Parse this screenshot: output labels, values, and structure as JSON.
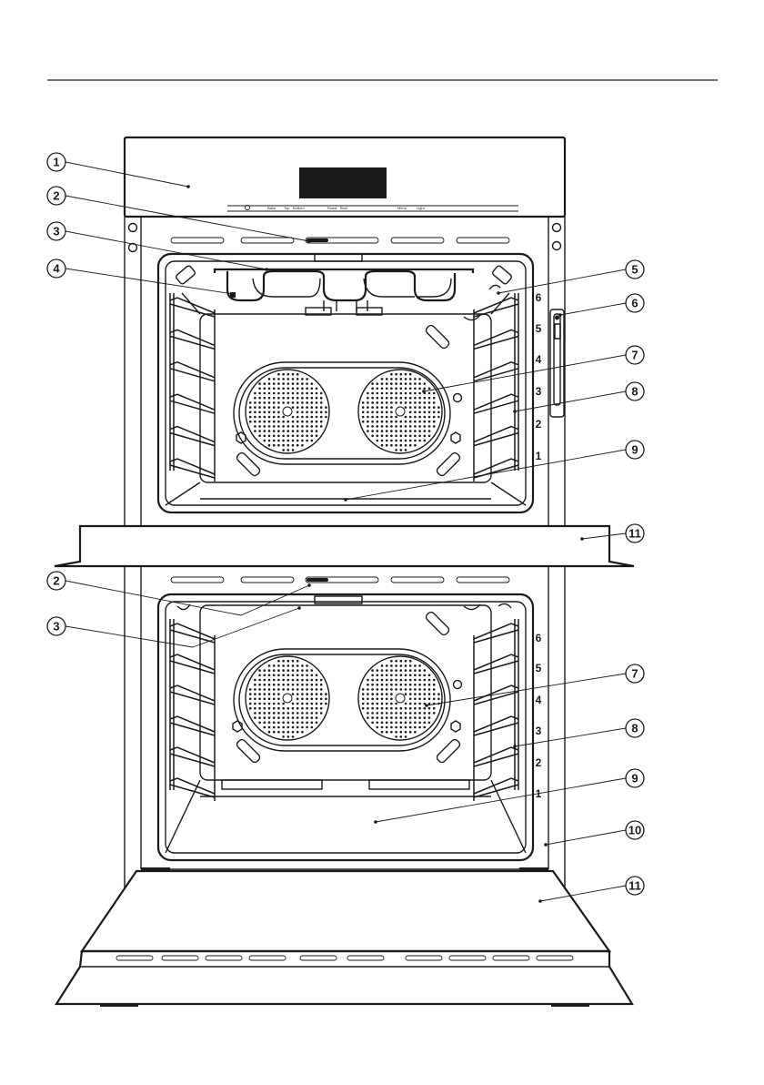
{
  "callouts": [
    {
      "id": "c1",
      "label": "1"
    },
    {
      "id": "c2a",
      "label": "2"
    },
    {
      "id": "c3a",
      "label": "3"
    },
    {
      "id": "c4",
      "label": "4"
    },
    {
      "id": "c5",
      "label": "5"
    },
    {
      "id": "c6",
      "label": "6"
    },
    {
      "id": "c7a",
      "label": "7"
    },
    {
      "id": "c8a",
      "label": "8"
    },
    {
      "id": "c9a",
      "label": "9"
    },
    {
      "id": "c11a",
      "label": "11"
    },
    {
      "id": "c2b",
      "label": "2"
    },
    {
      "id": "c3b",
      "label": "3"
    },
    {
      "id": "c7b",
      "label": "7"
    },
    {
      "id": "c8b",
      "label": "8"
    },
    {
      "id": "c9b",
      "label": "9"
    },
    {
      "id": "c10",
      "label": "10"
    },
    {
      "id": "c11b",
      "label": "11"
    }
  ],
  "upper_shelf_numbers": [
    "6",
    "5",
    "4",
    "3",
    "2",
    "1"
  ],
  "lower_shelf_numbers": [
    "6",
    "5",
    "4",
    "3",
    "2",
    "1"
  ],
  "control_panel": {
    "labels": [
      "Bake",
      "Top",
      "Bottom",
      "Roast",
      "Broil",
      "Menu",
      "Light"
    ]
  },
  "colors": {
    "line": "#1a1a1a",
    "background": "#ffffff",
    "display": "#1a1a1a"
  }
}
